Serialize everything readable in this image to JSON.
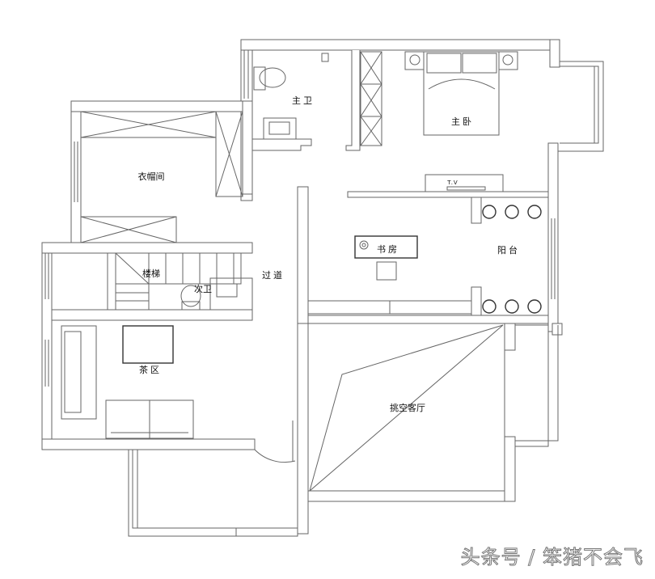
{
  "rooms": {
    "master_bath": "主卫",
    "master_bedroom": "主卧",
    "walk_in_closet": "衣帽间",
    "stairs": "楼梯",
    "second_bath": "次卫",
    "corridor": "过道",
    "study": "书房",
    "balcony": "阳台",
    "tea_area": "茶区",
    "open_living_room": "挑空客厅",
    "tv": "T.V"
  },
  "watermark": "头条号 / 笨猪不会飞",
  "colors": {
    "line": "#666666",
    "background": "#ffffff"
  }
}
